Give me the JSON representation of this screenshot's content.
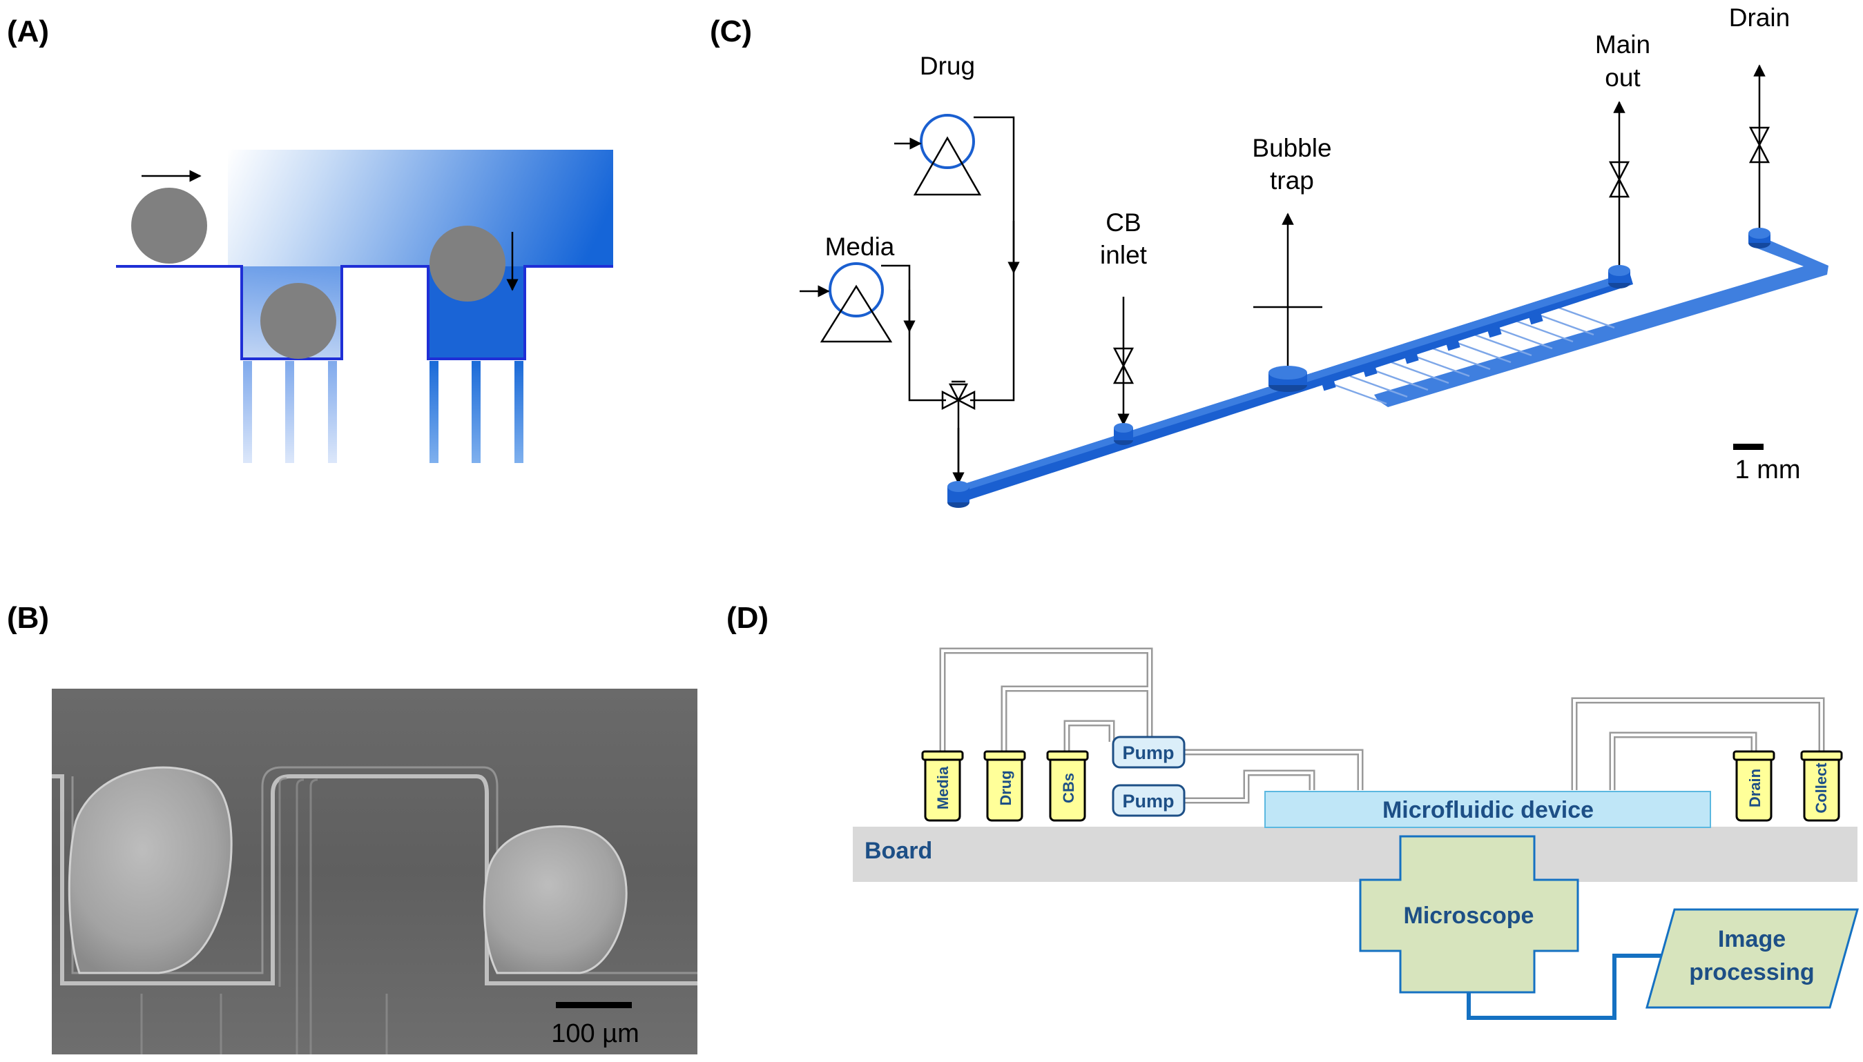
{
  "panels": {
    "a": {
      "label": "(A)"
    },
    "b": {
      "label": "(B)",
      "scale_bar": "100 µm"
    },
    "c": {
      "label": "(C)",
      "inputs": {
        "drug": "Drug",
        "media": "Media"
      },
      "cb_inlet": {
        "line1": "CB",
        "line2": "inlet"
      },
      "bubble_trap": {
        "line1": "Bubble",
        "line2": "trap"
      },
      "main_out": {
        "line1": "Main",
        "line2": "out"
      },
      "drain": "Drain",
      "scale_bar": "1 mm"
    },
    "d": {
      "label": "(D)",
      "vials": {
        "media": "Media",
        "drug": "Drug",
        "cbs": "CBs",
        "drain": "Drain",
        "collect": "Collect"
      },
      "pumps": {
        "top": "Pump",
        "bottom": "Pump"
      },
      "device": "Microfluidic device",
      "board": "Board",
      "microscope": "Microscope",
      "image_processing": {
        "line1": "Image",
        "line2": "processing"
      }
    }
  },
  "colors": {
    "channel_blue": "#1a5fd0",
    "outline_blue": "#1f2fd6",
    "gradient_blue": "#1565d8",
    "device_fill": "#bfe6f7",
    "board_gray": "#d9d9d9",
    "green_box": "#d7e4bd",
    "vial_yellow": "#ffff99",
    "connector_blue": "#1571c2",
    "text_navy": "#1d4f86"
  }
}
